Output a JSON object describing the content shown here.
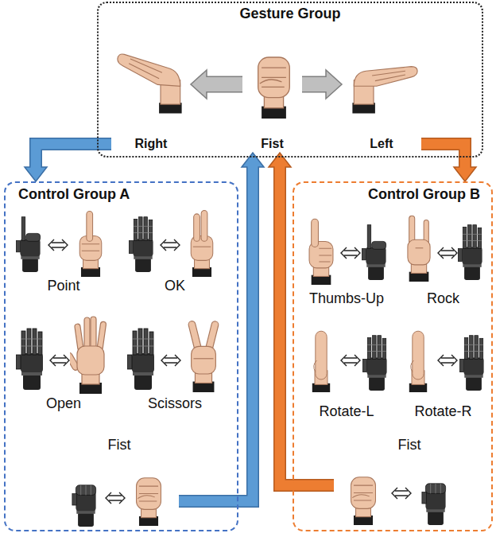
{
  "diagram": {
    "nodes": [
      {
        "text": [
          "Gesture Group"
        ]
      },
      {
        "text": [
          "Right"
        ],
        "in": 0
      },
      {
        "text": [
          "Fist"
        ],
        "in": 0
      },
      {
        "text": [
          "Left"
        ],
        "in": 0
      },
      {
        "text": [
          "Control Group A"
        ]
      },
      {
        "text": [
          "Point"
        ],
        "in": 4
      },
      {
        "text": [
          "OK"
        ],
        "in": 4
      },
      {
        "text": [
          "Open"
        ],
        "in": 4
      },
      {
        "text": [
          "Scissors"
        ],
        "in": 4
      },
      {
        "text": [
          "Fist"
        ],
        "in": 4
      },
      {
        "text": [
          "Control Group B"
        ]
      },
      {
        "text": [
          "Thumbs-Up"
        ],
        "in": 10
      },
      {
        "text": [
          "Rock"
        ],
        "in": 10
      },
      {
        "text": [
          "Rotate-L"
        ],
        "in": 10
      },
      {
        "text": [
          "Rotate-R"
        ],
        "in": 10
      },
      {
        "text": [
          "Fist"
        ],
        "in": 10
      }
    ],
    "edges": [
      {
        "from": 2,
        "to": 1,
        "arrow": "to"
      },
      {
        "from": 2,
        "to": 3,
        "arrow": "to"
      },
      {
        "from": 1,
        "to": 4,
        "arrow": "to"
      },
      {
        "from": 3,
        "to": 10,
        "arrow": "to"
      },
      {
        "from": 9,
        "to": 2,
        "arrow": "to"
      },
      {
        "from": 15,
        "to": 2,
        "arrow": "to"
      }
    ]
  }
}
